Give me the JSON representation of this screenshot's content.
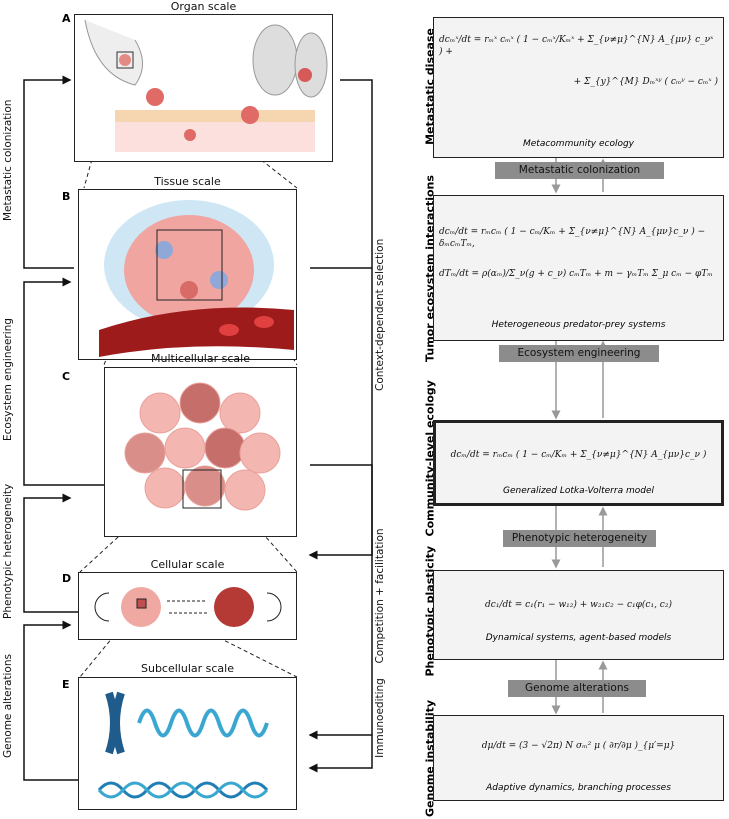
{
  "panels": [
    {
      "letter": "A",
      "title": "Organ scale"
    },
    {
      "letter": "B",
      "title": "Tissue scale"
    },
    {
      "letter": "C",
      "title": "Multicellular scale"
    },
    {
      "letter": "D",
      "title": "Cellular scale"
    },
    {
      "letter": "E",
      "title": "Subcellular scale"
    }
  ],
  "left_arrows": [
    "Metastatic colonization",
    "Ecosystem engineering",
    "Phenotypic heterogeneity",
    "Genome alterations"
  ],
  "right_arrows": [
    "Context-dependent selection",
    "Competition + facilitation",
    "Immunoediting"
  ],
  "levels": [
    {
      "label": "Metastatic disease",
      "eq": [
        "dcₘˣ/dt = rₘˣ cₘˣ ( 1 − cₘˣ/Kₘˣ + Σ_{ν≠μ}^{N} A_{μν} c_νˣ ) +",
        "+ Σ_{y}^{M} Dₘˣʸ ( cₘʸ − cₘˣ )"
      ],
      "caption": "Metacommunity ecology"
    },
    {
      "label": "Tumor ecosystem interactions",
      "eq": [
        "dcₘ/dt = rₘcₘ ( 1 − cₘ/Kₘ + Σ_{ν≠μ}^{N} A_{μν}c_ν ) − δₘcₘTₘ,",
        "dTₘ/dt = ρ(αₘ)/Σ_ν(g + c_ν) cₘTₘ + m − γₘTₘ Σ_μ cₘ − φTₘ"
      ],
      "caption": "Heterogeneous predator-prey systems"
    },
    {
      "label": "Community-level ecology",
      "eq": [
        "dcₘ/dt = rₘcₘ ( 1 − cₘ/Kₘ + Σ_{ν≠μ}^{N} A_{μν}c_ν )"
      ],
      "caption": "Generalized Lotka-Volterra model"
    },
    {
      "label": "Phenotypic plasticity",
      "eq": [
        "dc₁/dt = c₁(r₁ − w₁₂) + w₂₁c₂ − c₁φ(c₁, c₂)"
      ],
      "caption": "Dynamical systems, agent-based models"
    },
    {
      "label": "Genome instability",
      "eq": [
        "dμ/dt = (3 − √2π) N σₘ² μ ( ∂r/∂μ )_{μ′=μ}"
      ],
      "caption": "Adaptive dynamics, branching processes"
    }
  ],
  "transitions": [
    "Metastatic colonization",
    "Ecosystem engineering",
    "Phenotypic heterogeneity",
    "Genome alterations"
  ]
}
